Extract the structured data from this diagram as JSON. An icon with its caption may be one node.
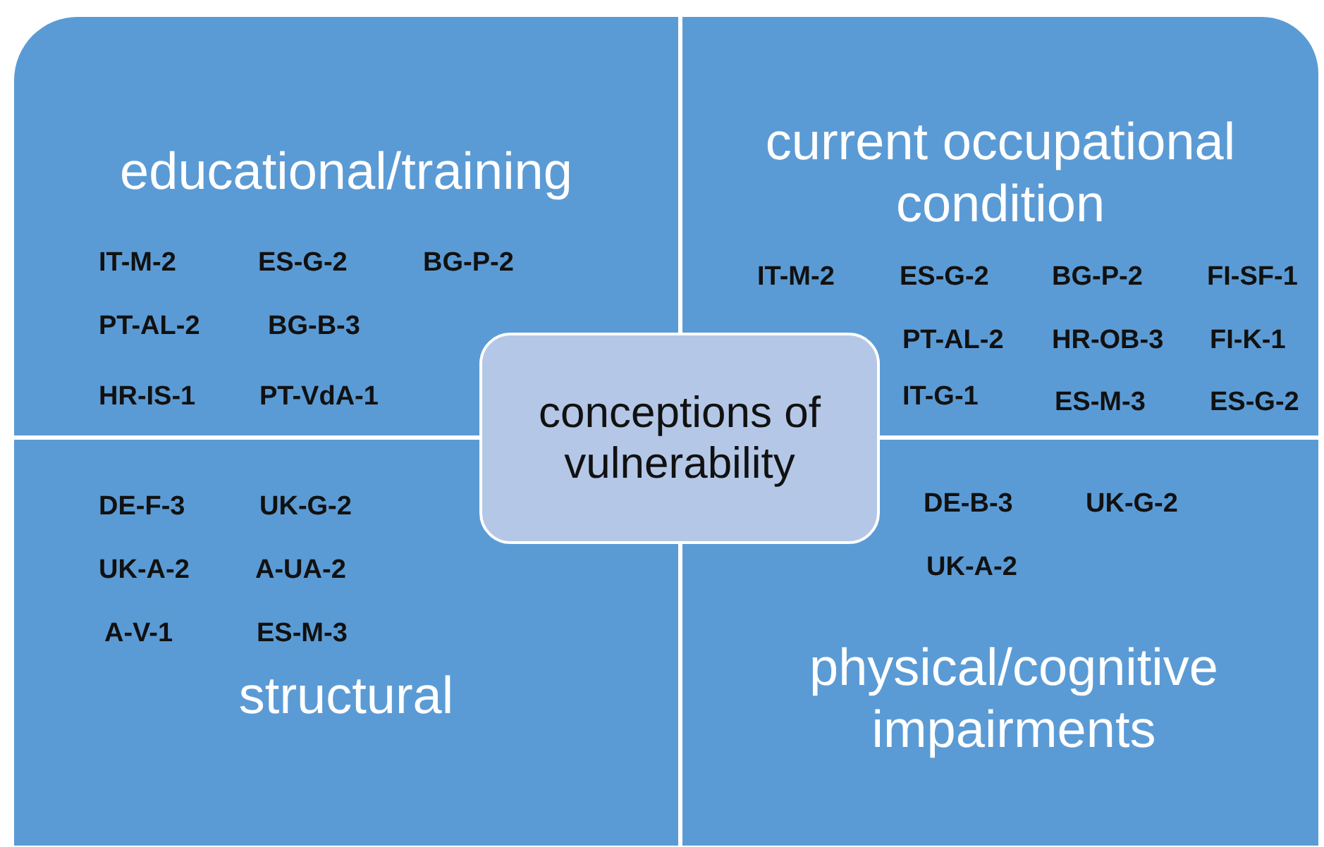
{
  "diagram": {
    "nodes": [
      {
        "text": [
          "educational/training",
          "IT-M-2",
          "ES-G-2",
          "BG-P-2",
          "PT-AL-2",
          "BG-B-3",
          "HR-IS-1",
          "PT-VdA-1"
        ]
      },
      {
        "text": [
          "current occupational condition",
          "IT-M-2",
          "ES-G-2",
          "BG-P-2",
          "FI-SF-1",
          "PT-AL-2",
          "HR-OB-3",
          "FI-K-1",
          "IT-G-1",
          "ES-M-3",
          "ES-G-2"
        ]
      },
      {
        "text": [
          "conceptions of vulnerability"
        ]
      },
      {
        "text": [
          "structural",
          "DE-F-3",
          "UK-G-2",
          "UK-A-2",
          "A-UA-2",
          "A-V-1",
          "ES-M-3"
        ]
      },
      {
        "text": [
          "physical/cognitive impairments",
          "DE-B-3",
          "UK-G-2",
          "UK-A-2"
        ]
      }
    ]
  }
}
